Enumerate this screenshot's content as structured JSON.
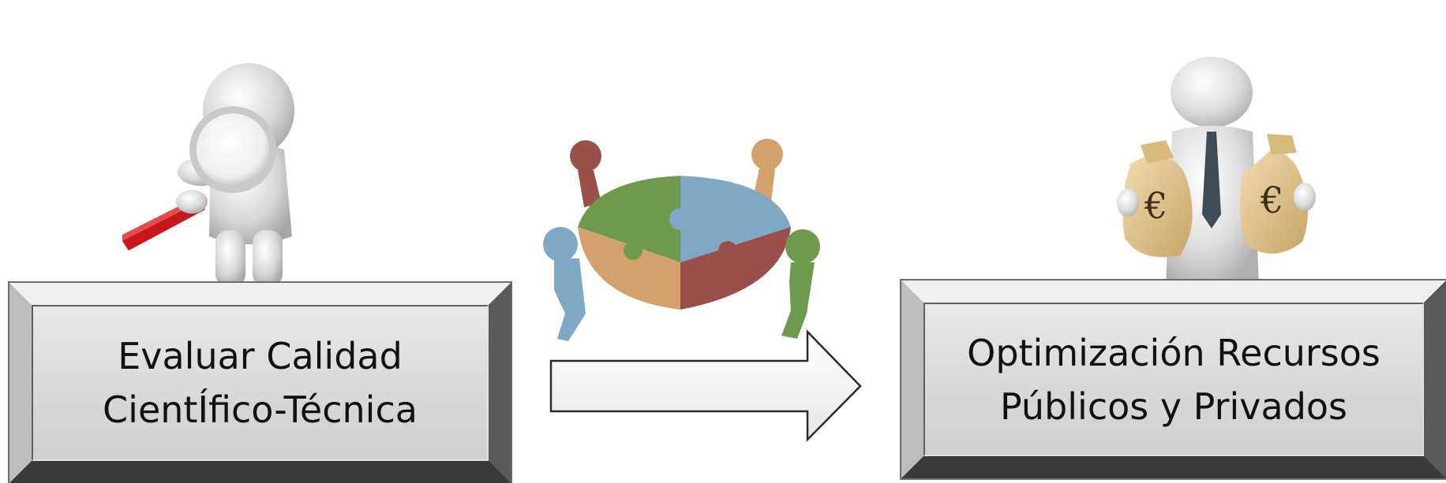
{
  "diagram": {
    "left_box": {
      "lines": [
        "Evaluar Calidad",
        "CientÍfico-Técnica"
      ],
      "illustration": "person-with-magnifying-glass-icon"
    },
    "connector": {
      "illustration": "team-puzzle-icon",
      "arrow": "right-arrow-icon"
    },
    "right_box": {
      "lines": [
        "Optimización Recursos",
        "Públicos y Privados"
      ],
      "illustration": "person-with-euro-money-bags-icon"
    }
  },
  "colors": {
    "box_face": "#d9d9d9",
    "text": "#111111",
    "puzzle_green": "#6f9a4e",
    "puzzle_blue": "#7fa7c6",
    "puzzle_orange": "#d4a06b",
    "puzzle_red": "#9a4f4a",
    "money_bag": "#e0c48a"
  }
}
